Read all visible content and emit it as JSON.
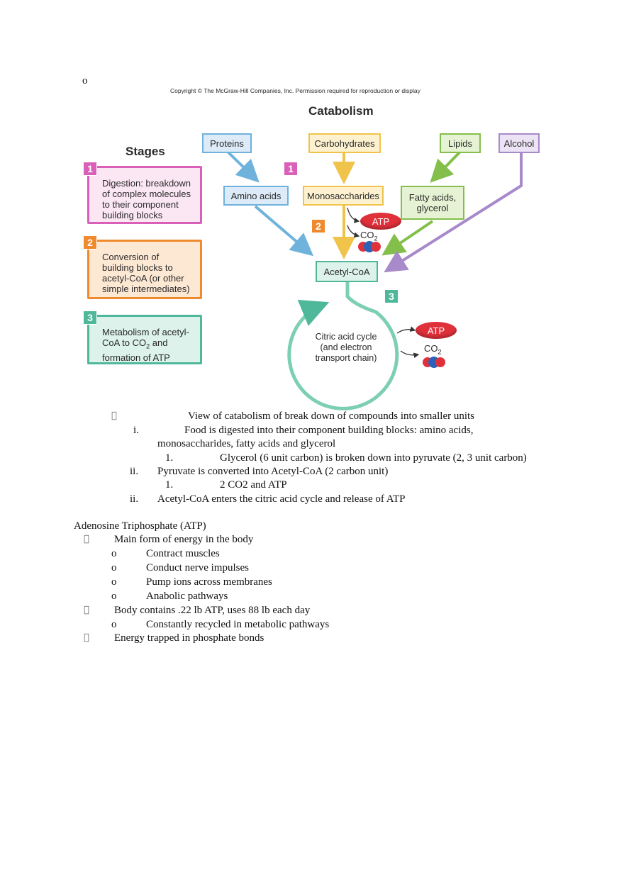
{
  "top_marker": "o",
  "figure": {
    "copyright": "Copyright © The McGraw-Hill Companies, Inc. Permission required for reproduction or display",
    "title": "Catabolism",
    "stages_heading": "Stages",
    "stages": [
      {
        "num": "1",
        "text": "Digestion: breakdown of complex molecules to their component building blocks"
      },
      {
        "num": "2",
        "text": "Conversion of building blocks to acetyl-CoA (or other simple intermediates)"
      },
      {
        "num": "3",
        "text_pre": "Metabolism of acetyl-CoA to CO",
        "text_sub": "2",
        "text_post": " and formation of ATP"
      }
    ],
    "sources": [
      "Proteins",
      "Carbohydrates",
      "Lipids",
      "Alcohol"
    ],
    "building_blocks": [
      "Amino acids",
      "Monosaccharides",
      "Fatty acids, glycerol"
    ],
    "acetyl": "Acetyl-CoA",
    "cycle_label": "Citric acid cycle (and electron transport chain)",
    "atp": "ATP",
    "co2": "CO",
    "co2_sub": "2",
    "diagram_nums": [
      "1",
      "2",
      "3"
    ],
    "colors": {
      "stage1": "#d95fb8",
      "stage2": "#ef8a2e",
      "stage3": "#4fb79a",
      "protein": "#6fb2dc",
      "carb": "#f0c44a",
      "lipid": "#83bf4a",
      "alcohol": "#a889c9",
      "atp": "#e0313b"
    }
  },
  "caption": {
    "bullet": "",
    "text": "View of catabolism of break down of compounds into smaller units"
  },
  "list1": [
    {
      "marker": "i.",
      "text": "Food is digested into their component building blocks: amino acids,",
      "cont": "monosaccharides, fatty acids and glycerol"
    },
    {
      "marker": "1.",
      "text": "Glycerol (6 unit carbon) is broken down into pyruvate (2, 3 unit carbon)"
    },
    {
      "marker": "ii.",
      "text": "Pyruvate is converted into Acetyl-CoA (2 carbon unit)"
    },
    {
      "marker": "1.",
      "text": "2 CO2 and ATP"
    },
    {
      "marker": "ii.",
      "text": "Acetyl-CoA enters the citric acid cycle and release of ATP"
    }
  ],
  "atp_section": {
    "heading": "Adenosine Triphosphate (ATP)",
    "items": [
      {
        "marker": "",
        "text": "Main form of energy in the body"
      },
      {
        "marker": "o",
        "text": "Contract muscles"
      },
      {
        "marker": "o",
        "text": "Conduct nerve impulses"
      },
      {
        "marker": "o",
        "text": "Pump ions across membranes"
      },
      {
        "marker": "o",
        "text": "Anabolic pathways"
      },
      {
        "marker": "",
        "text": "Body contains .22 lb ATP, uses 88 lb each day"
      },
      {
        "marker": "o",
        "text": "Constantly recycled in metabolic pathways"
      },
      {
        "marker": "",
        "text": "Energy trapped in phosphate bonds"
      }
    ]
  }
}
